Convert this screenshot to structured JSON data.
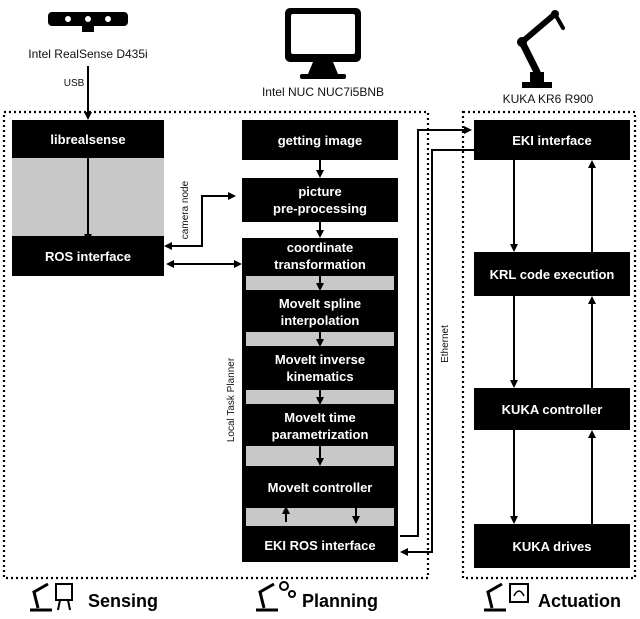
{
  "devices": {
    "camera": "Intel RealSense D435i",
    "nuc": "Intel NUC NUC7i5BNB",
    "robot": "KUKA KR6 R900"
  },
  "connections": {
    "usb": "USB",
    "camera_node": "camera node",
    "ethernet": "Ethernet",
    "local_task_planner": "Local Task Planner"
  },
  "sensing": {
    "librealsense": "librealsense",
    "ros_interface": "ROS interface"
  },
  "planning": {
    "getting_image": "getting image",
    "picture_1": "picture",
    "picture_2": "pre-processing",
    "coord_1": "coordinate",
    "coord_2": "transformation",
    "spline_1": "MoveIt spline",
    "spline_2": "interpolation",
    "ik_1": "MoveIt inverse",
    "ik_2": "kinematics",
    "time_1": "MoveIt time",
    "time_2": "parametrization",
    "controller": "MoveIt controller",
    "eki_ros": "EKI ROS interface"
  },
  "actuation": {
    "eki": "EKI interface",
    "krl": "KRL code execution",
    "controller": "KUKA controller",
    "drives": "KUKA drives"
  },
  "categories": {
    "sensing": "Sensing",
    "planning": "Planning",
    "actuation": "Actuation"
  }
}
